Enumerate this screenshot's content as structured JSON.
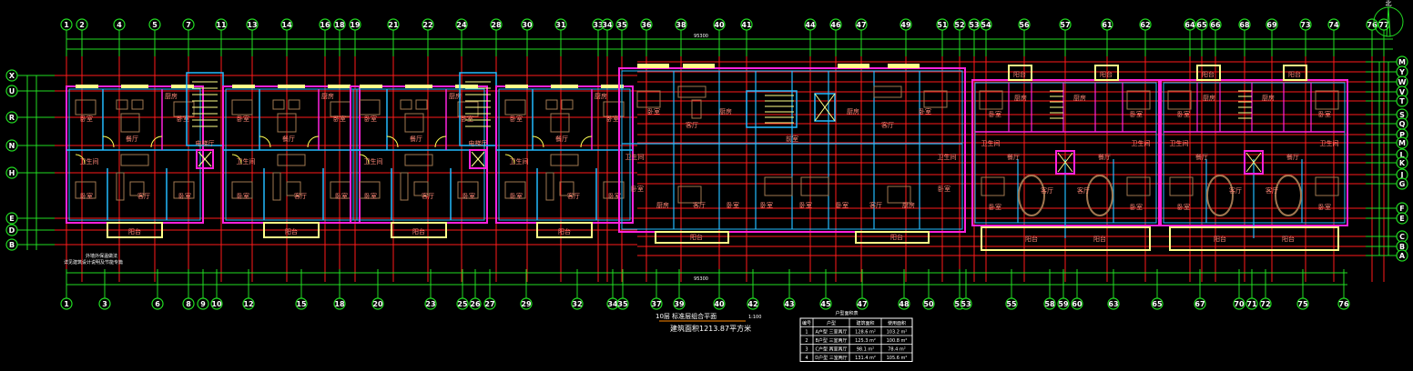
{
  "drawing": {
    "title": "10层 标准层组合平面",
    "scale": "1:100",
    "subtitle": "建筑面积1213.87平方米",
    "north_label": "北",
    "note_lines": [
      "外墙外保温做法",
      "详见建筑设计说明及节能专篇"
    ],
    "total_dim_top": "95300",
    "total_dim_bottom": "95300"
  },
  "axes": {
    "top": [
      "1",
      "2",
      "4",
      "5",
      "7",
      "11",
      "13",
      "14",
      "16",
      "18",
      "19",
      "21",
      "22",
      "24",
      "28",
      "30",
      "31",
      "33",
      "34",
      "35",
      "36",
      "38",
      "40",
      "41",
      "44",
      "46",
      "47",
      "49",
      "51",
      "52",
      "53",
      "54",
      "56",
      "57",
      "61",
      "62",
      "64",
      "65",
      "66",
      "68",
      "69",
      "73",
      "74",
      "76",
      "77"
    ],
    "bottom": [
      "1",
      "3",
      "6",
      "8",
      "9",
      "10",
      "12",
      "15",
      "18",
      "20",
      "23",
      "25",
      "26",
      "27",
      "29",
      "32",
      "34",
      "35",
      "37",
      "39",
      "40",
      "42",
      "43",
      "45",
      "47",
      "48",
      "50",
      "52",
      "53",
      "55",
      "58",
      "59",
      "60",
      "63",
      "65",
      "67",
      "70",
      "71",
      "72",
      "75",
      "76"
    ],
    "left": [
      "X",
      "U",
      "R",
      "N",
      "H",
      "E",
      "D",
      "B"
    ],
    "right": [
      "M",
      "Y",
      "W",
      "V",
      "T",
      "S",
      "Q",
      "P",
      "M",
      "L",
      "K",
      "J",
      "G",
      "F",
      "E",
      "C",
      "B",
      "A"
    ]
  },
  "rooms": {
    "bedroom": "卧室",
    "living": "客厅",
    "kitchen": "厨房",
    "bath": "卫生间",
    "balcony": "阳台",
    "dining": "餐厅",
    "hall": "前室",
    "elevator_hall": "电梯厅"
  },
  "area_table": {
    "title": "户型面积表",
    "headers": [
      "编号",
      "户型",
      "建筑面积",
      "使用面积"
    ],
    "rows": [
      [
        "1",
        "A户型 三室两厅",
        "128.6 m²",
        "103.2 m²"
      ],
      [
        "2",
        "B户型 三室两厅",
        "125.3 m²",
        "100.8 m²"
      ],
      [
        "3",
        "C户型 两室两厅",
        "98.1 m²",
        "78.4 m²"
      ],
      [
        "4",
        "D户型 三室两厅",
        "131.4 m²",
        "105.6 m²"
      ]
    ]
  },
  "colors": {
    "axis": "#22dd22",
    "grid": "#ff1a1a",
    "wall_outer": "#ff22dd",
    "wall_inner": "#22bbff",
    "window": "#ffff88",
    "furniture": "#a07850",
    "door": "#ffff55",
    "text": "#ffffff",
    "room_label": "#ff8877"
  }
}
